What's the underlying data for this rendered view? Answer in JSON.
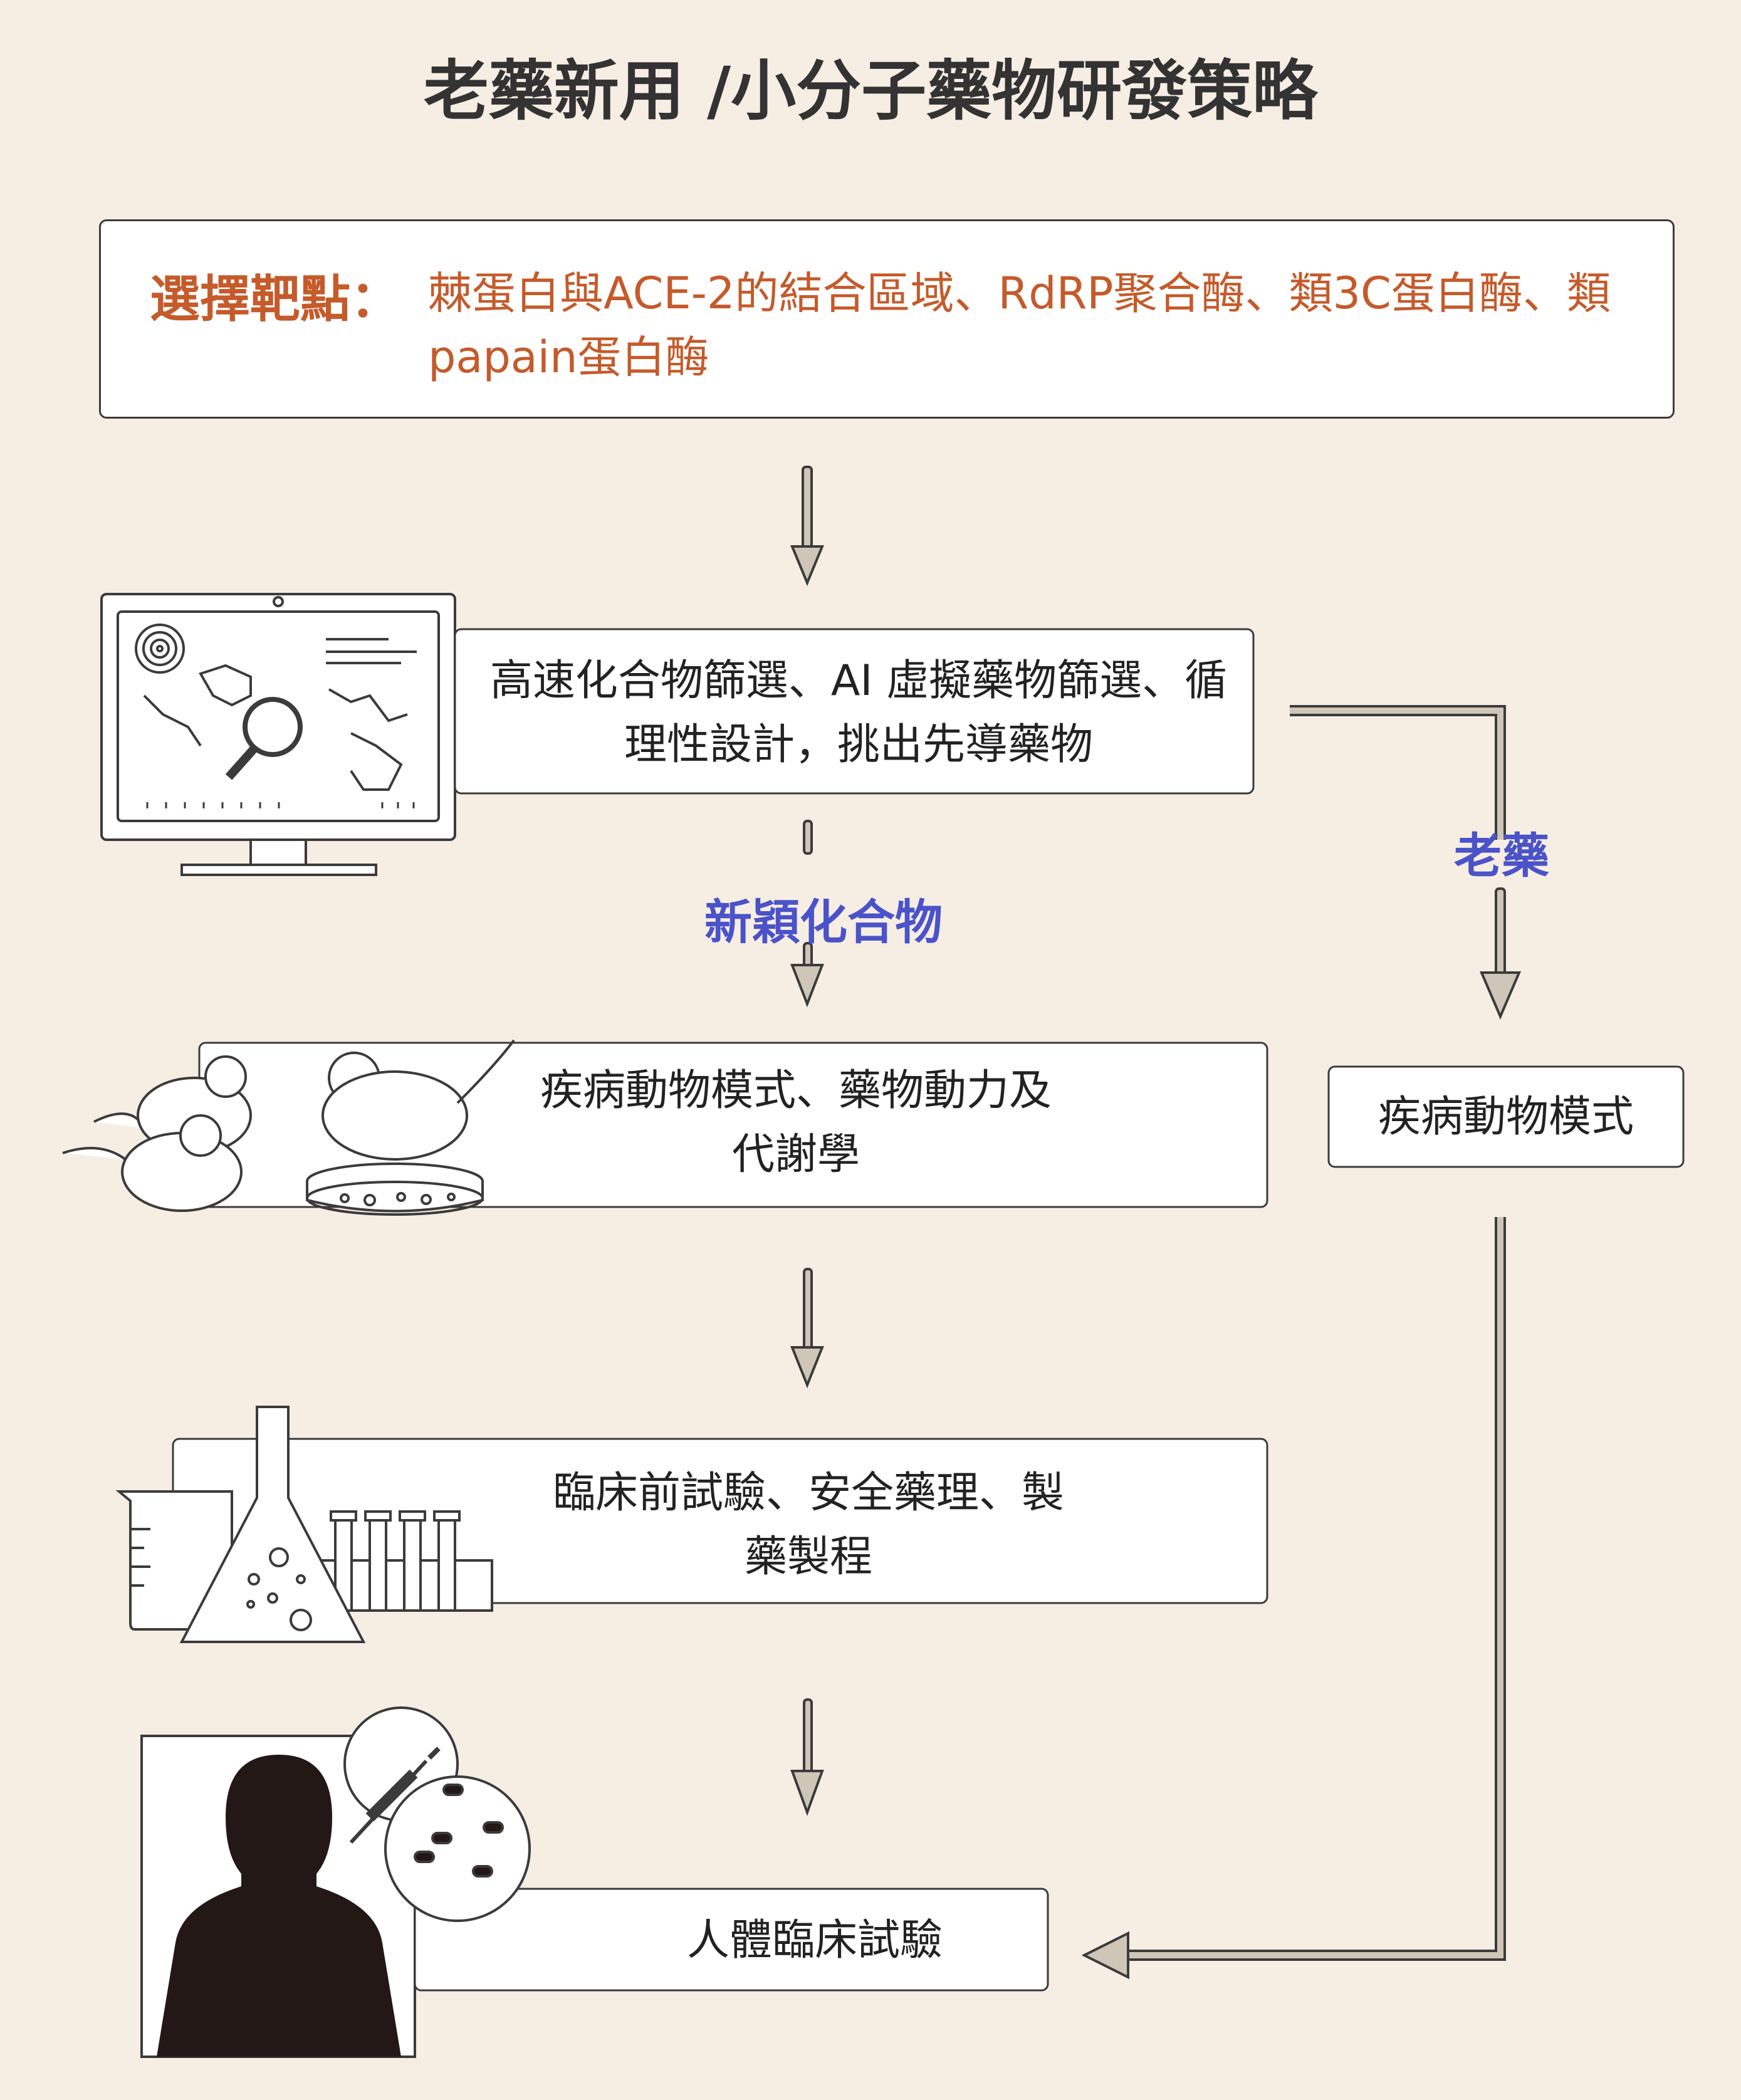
{
  "title": "老藥新用 /小分子藥物研發策略",
  "target": {
    "label": "選擇靶點：",
    "text": "棘蛋白與ACE-2的結合區域、RdRP聚合酶、類3C蛋白酶、類papain蛋白酶"
  },
  "steps": {
    "screening": "高速化合物篩選、AI 虛擬藥物篩選、循理性設計，挑出先導藥物",
    "animal": "疾病動物模式、藥物動力及代謝學",
    "preclinical": "臨床前試驗、安全藥理、製藥製程",
    "clinical": "人體臨床試驗",
    "animal_right": "疾病動物模式"
  },
  "paths": {
    "new_compound": "新穎化合物",
    "old_drug": "老藥"
  },
  "colors": {
    "background": "#f6eee3",
    "accent_orange": "#c55a2a",
    "accent_blue": "#4a53c9",
    "arrow_fill": "#cfc6b8",
    "line": "#3b3b3b"
  },
  "icons": [
    "computer-monitor-icon",
    "mice-petri-dish-icon",
    "lab-glassware-icon",
    "human-silhouette-icon",
    "syringe-pills-icon"
  ]
}
